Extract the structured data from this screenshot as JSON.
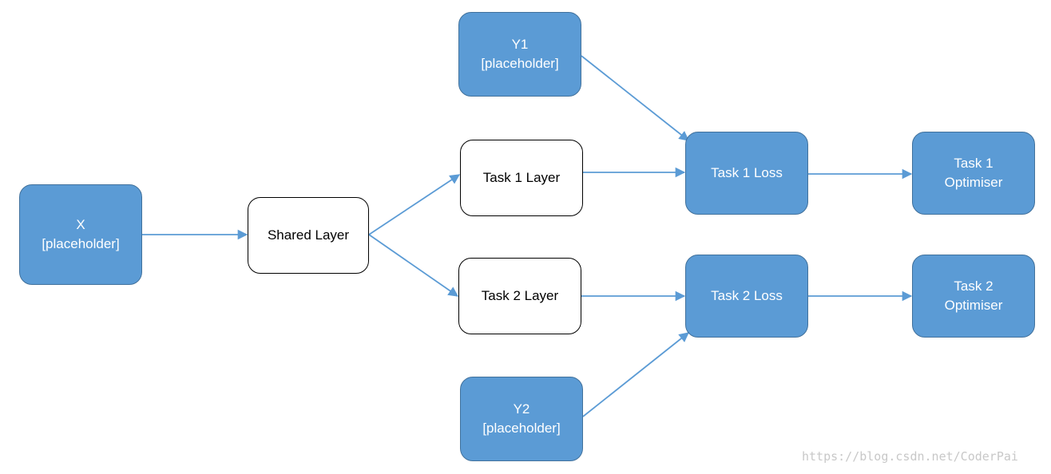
{
  "nodes": {
    "x_placeholder": {
      "line1": "X",
      "line2": "[placeholder]"
    },
    "shared_layer": {
      "label": "Shared Layer"
    },
    "task1_layer": {
      "label": "Task 1 Layer"
    },
    "task2_layer": {
      "label": "Task 2 Layer"
    },
    "y1_placeholder": {
      "line1": "Y1",
      "line2": "[placeholder]"
    },
    "y2_placeholder": {
      "line1": "Y2",
      "line2": "[placeholder]"
    },
    "task1_loss": {
      "label": "Task 1 Loss"
    },
    "task2_loss": {
      "label": "Task 2 Loss"
    },
    "task1_optimiser": {
      "line1": "Task 1",
      "line2": "Optimiser"
    },
    "task2_optimiser": {
      "line1": "Task 2",
      "line2": "Optimiser"
    }
  },
  "colors": {
    "node_fill": "#5b9bd5",
    "node_border": "#41719c",
    "arrow": "#5b9bd5"
  },
  "watermark": "https://blog.csdn.net/CoderPai"
}
